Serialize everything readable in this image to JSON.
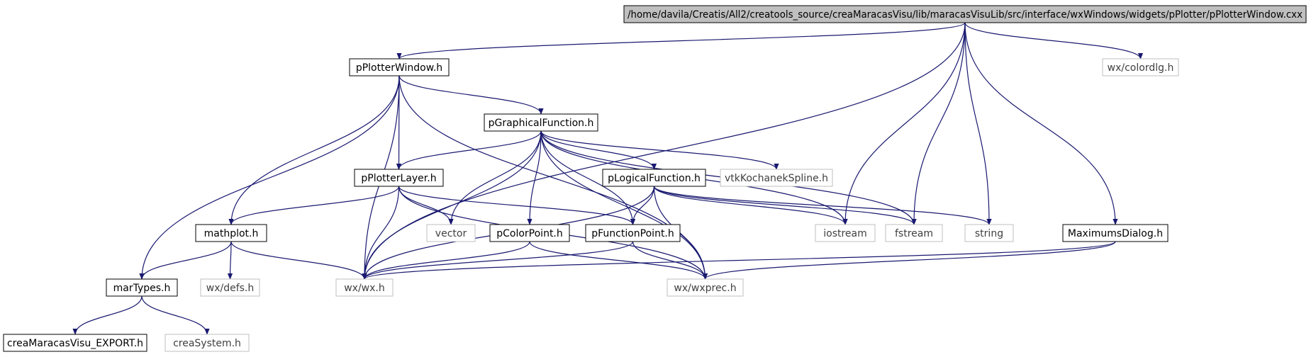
{
  "diagram": {
    "edge_color": "#191970",
    "root_fill": "#bfbfbf",
    "local_border": "#000000",
    "external_border": "#bfbfbf",
    "nodes": [
      {
        "id": "root",
        "label": "/home/davila/Creatis/All2/creatools_source/creaMaracasVisu/lib/maracasVisuLib/src/interface/wxWindows/widgets/pPlotter/pPlotterWindow.cxx",
        "kind": "root"
      },
      {
        "id": "pplotterwindow",
        "label": "pPlotterWindow.h",
        "kind": "local"
      },
      {
        "id": "colordlg",
        "label": "wx/colordlg.h",
        "kind": "external"
      },
      {
        "id": "pgraphical",
        "label": "pGraphicalFunction.h",
        "kind": "local"
      },
      {
        "id": "pplotterlayer",
        "label": "pPlotterLayer.h",
        "kind": "local"
      },
      {
        "id": "plogical",
        "label": "pLogicalFunction.h",
        "kind": "local"
      },
      {
        "id": "vtkspline",
        "label": "vtkKochanekSpline.h",
        "kind": "external"
      },
      {
        "id": "mathplot",
        "label": "mathplot.h",
        "kind": "local"
      },
      {
        "id": "vector",
        "label": "vector",
        "kind": "external"
      },
      {
        "id": "pcolorpoint",
        "label": "pColorPoint.h",
        "kind": "local"
      },
      {
        "id": "pfunctionpoint",
        "label": "pFunctionPoint.h",
        "kind": "local"
      },
      {
        "id": "iostream",
        "label": "iostream",
        "kind": "external"
      },
      {
        "id": "fstream",
        "label": "fstream",
        "kind": "external"
      },
      {
        "id": "string",
        "label": "string",
        "kind": "external"
      },
      {
        "id": "maximums",
        "label": "MaximumsDialog.h",
        "kind": "local"
      },
      {
        "id": "martypes",
        "label": "marTypes.h",
        "kind": "local"
      },
      {
        "id": "wxdefs",
        "label": "wx/defs.h",
        "kind": "external"
      },
      {
        "id": "wxwx",
        "label": "wx/wx.h",
        "kind": "external"
      },
      {
        "id": "wxprec",
        "label": "wx/wxprec.h",
        "kind": "external"
      },
      {
        "id": "creaexport",
        "label": "creaMaracasVisu_EXPORT.h",
        "kind": "local"
      },
      {
        "id": "creasystem",
        "label": "creaSystem.h",
        "kind": "external"
      }
    ],
    "edges": [
      [
        "root",
        "pplotterwindow"
      ],
      [
        "root",
        "colordlg"
      ],
      [
        "root",
        "wxwx"
      ],
      [
        "root",
        "iostream"
      ],
      [
        "root",
        "fstream"
      ],
      [
        "root",
        "string"
      ],
      [
        "root",
        "maximums"
      ],
      [
        "pplotterwindow",
        "pgraphical"
      ],
      [
        "pplotterwindow",
        "pplotterlayer"
      ],
      [
        "pplotterwindow",
        "mathplot"
      ],
      [
        "pplotterwindow",
        "martypes"
      ],
      [
        "pplotterwindow",
        "wxwx"
      ],
      [
        "pplotterwindow",
        "wxprec"
      ],
      [
        "pgraphical",
        "pplotterlayer"
      ],
      [
        "pgraphical",
        "plogical"
      ],
      [
        "pgraphical",
        "vtkspline"
      ],
      [
        "pgraphical",
        "vector"
      ],
      [
        "pgraphical",
        "pcolorpoint"
      ],
      [
        "pgraphical",
        "pfunctionpoint"
      ],
      [
        "pgraphical",
        "iostream"
      ],
      [
        "pgraphical",
        "fstream"
      ],
      [
        "pgraphical",
        "wxwx"
      ],
      [
        "pgraphical",
        "wxprec"
      ],
      [
        "pplotterlayer",
        "mathplot"
      ],
      [
        "pplotterlayer",
        "vector"
      ],
      [
        "pplotterlayer",
        "pfunctionpoint"
      ],
      [
        "pplotterlayer",
        "wxwx"
      ],
      [
        "pplotterlayer",
        "wxprec"
      ],
      [
        "plogical",
        "pfunctionpoint"
      ],
      [
        "plogical",
        "iostream"
      ],
      [
        "plogical",
        "fstream"
      ],
      [
        "plogical",
        "string"
      ],
      [
        "plogical",
        "wxwx"
      ],
      [
        "plogical",
        "wxprec"
      ],
      [
        "mathplot",
        "martypes"
      ],
      [
        "mathplot",
        "wxdefs"
      ],
      [
        "mathplot",
        "wxwx"
      ],
      [
        "pcolorpoint",
        "wxwx"
      ],
      [
        "pcolorpoint",
        "wxprec"
      ],
      [
        "pfunctionpoint",
        "wxwx"
      ],
      [
        "pfunctionpoint",
        "wxprec"
      ],
      [
        "maximums",
        "wxwx"
      ],
      [
        "maximums",
        "wxprec"
      ],
      [
        "martypes",
        "creaexport"
      ],
      [
        "martypes",
        "creasystem"
      ]
    ]
  }
}
